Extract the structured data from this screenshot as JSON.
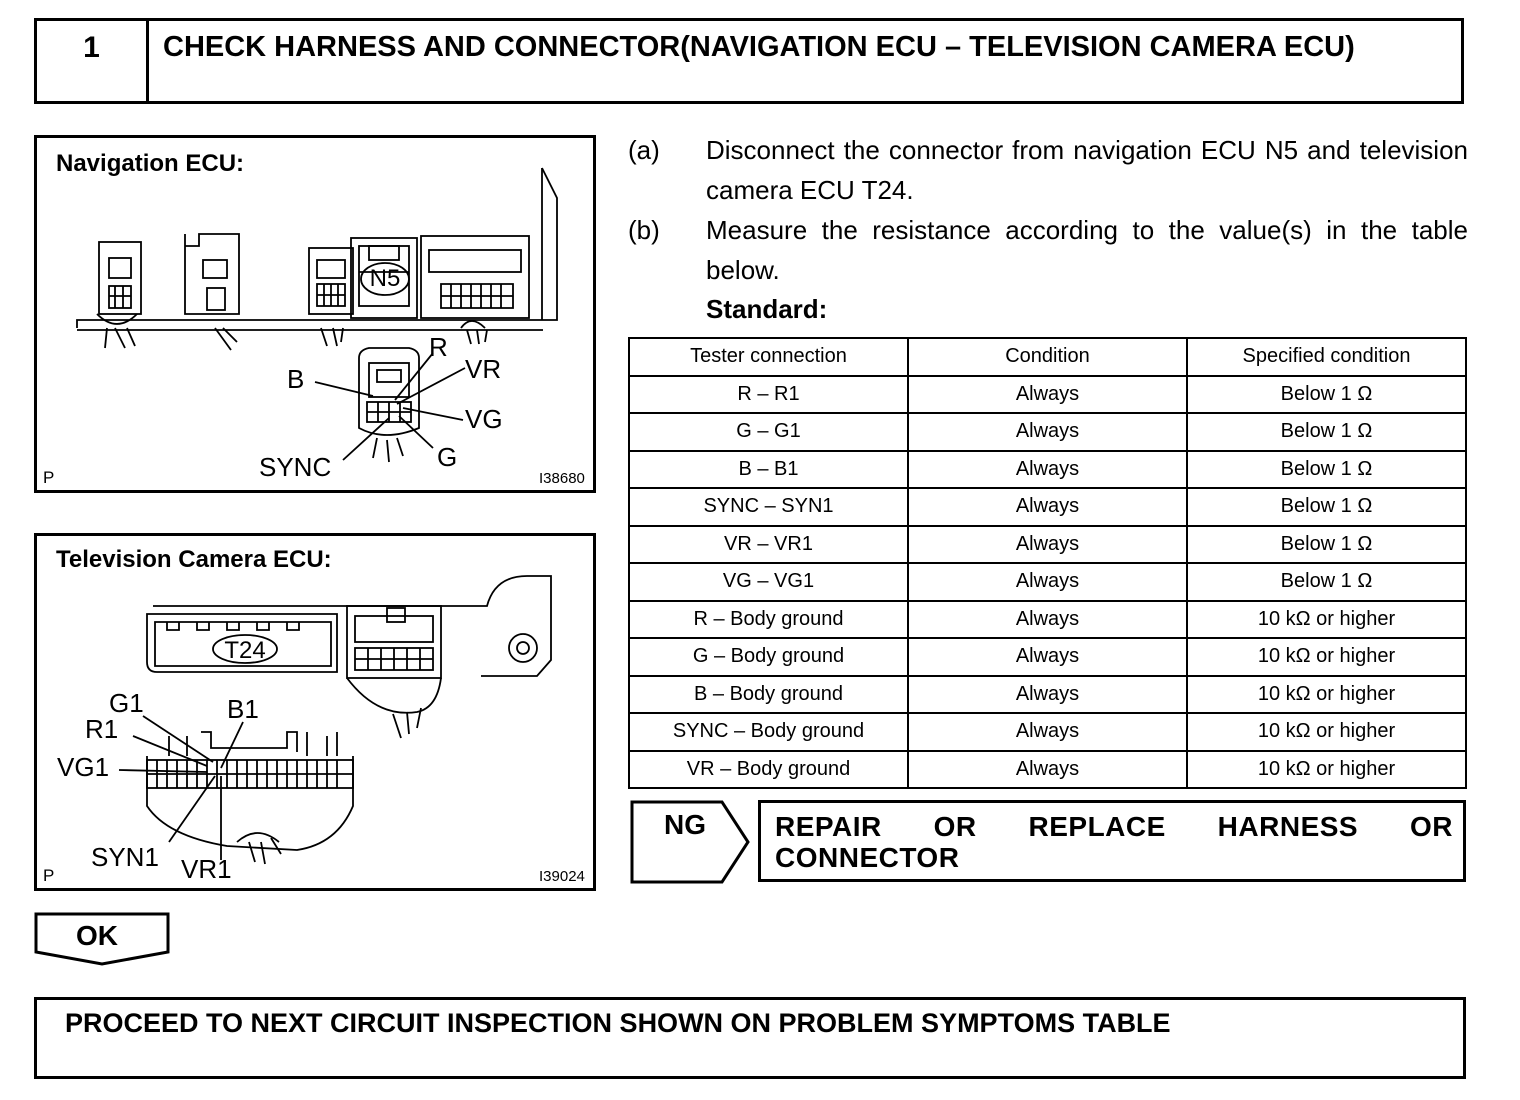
{
  "step": {
    "number": "1",
    "title": "CHECK HARNESS AND CONNECTOR(NAVIGATION ECU – TELEVISION CAMERA ECU)"
  },
  "figure_nav": {
    "title": "Navigation ECU:",
    "connector_id": "N5",
    "pins": [
      "R",
      "B",
      "VR",
      "VG",
      "SYNC",
      "G"
    ],
    "corner_mark": "P",
    "code": "I38680"
  },
  "figure_tv": {
    "title": "Television Camera ECU:",
    "connector_id": "T24",
    "pins": [
      "G1",
      "B1",
      "R1",
      "VG1",
      "SYN1",
      "VR1"
    ],
    "corner_mark": "P",
    "code": "I39024"
  },
  "instructions": [
    {
      "letter": "(a)",
      "text": "Disconnect the connector from navigation ECU N5 and television camera ECU T24."
    },
    {
      "letter": "(b)",
      "text": "Measure the resistance according to the value(s) in the table below."
    }
  ],
  "standard_label": "Standard:",
  "table": {
    "headers": [
      "Tester connection",
      "Condition",
      "Specified condition"
    ],
    "rows": [
      [
        "R – R1",
        "Always",
        "Below 1 Ω"
      ],
      [
        "G – G1",
        "Always",
        "Below 1 Ω"
      ],
      [
        "B – B1",
        "Always",
        "Below 1 Ω"
      ],
      [
        "SYNC – SYN1",
        "Always",
        "Below 1 Ω"
      ],
      [
        "VR – VR1",
        "Always",
        "Below 1 Ω"
      ],
      [
        "VG – VG1",
        "Always",
        "Below 1 Ω"
      ],
      [
        "R – Body ground",
        "Always",
        "10 kΩ or higher"
      ],
      [
        "G – Body ground",
        "Always",
        "10 kΩ or higher"
      ],
      [
        "B – Body ground",
        "Always",
        "10 kΩ or higher"
      ],
      [
        "SYNC – Body ground",
        "Always",
        "10 kΩ or higher"
      ],
      [
        "VR – Body ground",
        "Always",
        "10 kΩ or higher"
      ]
    ]
  },
  "ng": {
    "label": "NG",
    "action": "REPAIR OR REPLACE HARNESS OR CONNECTOR"
  },
  "ok": {
    "label": "OK"
  },
  "next_step": "PROCEED TO NEXT CIRCUIT INSPECTION SHOWN ON PROBLEM SYMPTOMS TABLE"
}
